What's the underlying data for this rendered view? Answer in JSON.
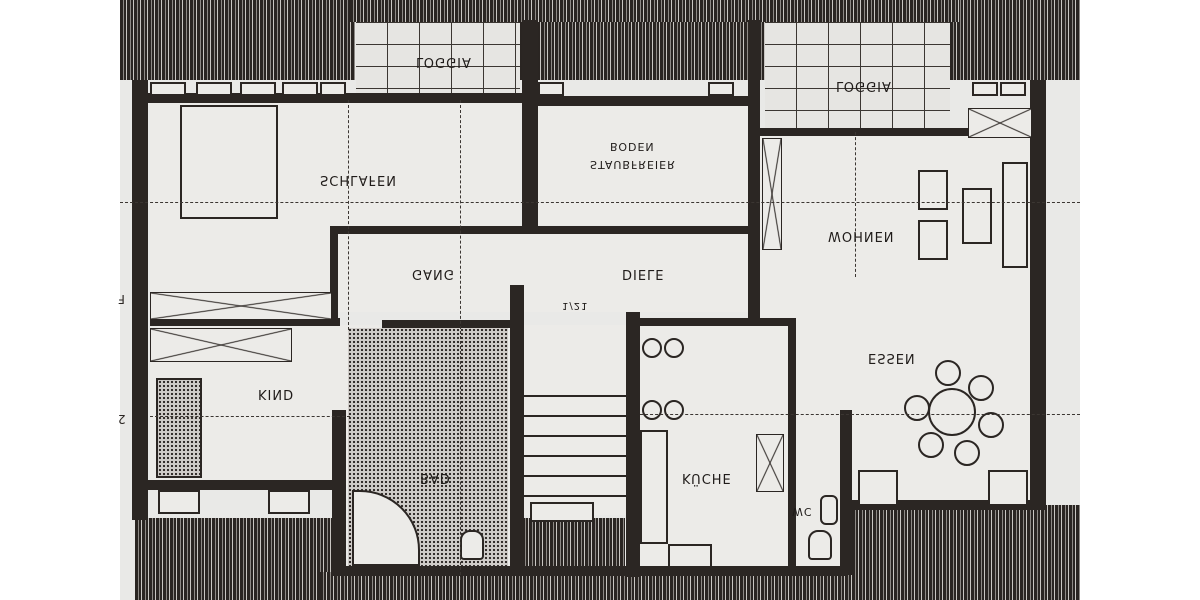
{
  "plan": {
    "description": "Mirrored floor plan of an attic apartment",
    "rooms": [
      {
        "id": "schlafen",
        "label": "SCHLAFEN"
      },
      {
        "id": "loggia-left",
        "label": "LOGGIA"
      },
      {
        "id": "loggia-right",
        "label": "LOGGIA"
      },
      {
        "id": "staubfreier-boden",
        "label_line1": "STAUBFREIER",
        "label_line2": "BODEN"
      },
      {
        "id": "gang",
        "label": "GANG"
      },
      {
        "id": "diele",
        "label": "DIELE"
      },
      {
        "id": "wohnen",
        "label": "WOHNEN"
      },
      {
        "id": "kind",
        "label": "KIND"
      },
      {
        "id": "bad",
        "label": "BAD"
      },
      {
        "id": "kueche",
        "label": "KÜCHE"
      },
      {
        "id": "wc",
        "label": "WC"
      },
      {
        "id": "essen",
        "label": "ESSEN"
      }
    ],
    "stair_note": "1/21",
    "edge_marks": {
      "left_top": "F",
      "left_bottom": "2"
    }
  }
}
